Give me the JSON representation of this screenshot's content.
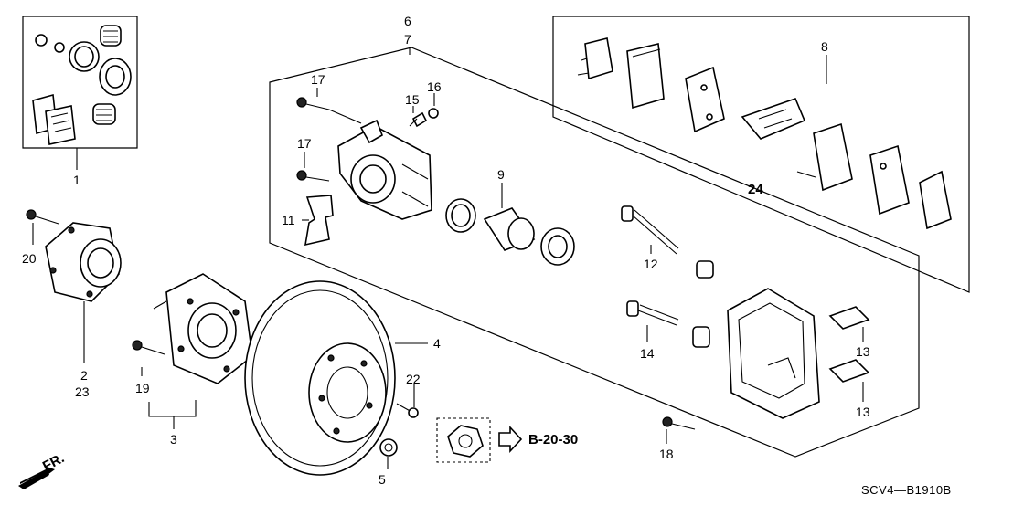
{
  "labels": {
    "l1": "1",
    "l2": "2",
    "l23": "23",
    "l3": "3",
    "l4": "4",
    "l5": "5",
    "l6": "6",
    "l7": "7",
    "l8": "8",
    "l9": "9",
    "l11": "11",
    "l12": "12",
    "l13a": "13",
    "l13b": "13",
    "l14": "14",
    "l15": "15",
    "l16": "16",
    "l17a": "17",
    "l17b": "17",
    "l18": "18",
    "l19": "19",
    "l20": "20",
    "l22": "22",
    "l24": "24"
  },
  "reference": "B-20-30",
  "diagram_code": "SCV4—B1910B",
  "front_marker": "FR.",
  "icons": {
    "reference_arrow": "outline-arrow-right-icon",
    "front_arrow": "front-direction-arrow-icon"
  }
}
